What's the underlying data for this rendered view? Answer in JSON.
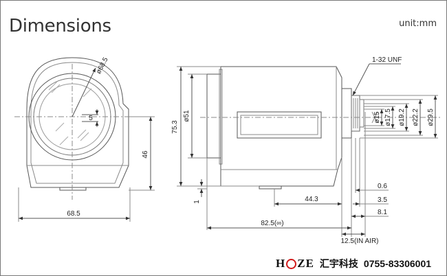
{
  "title": "Dimensions",
  "unit": "unit:mm",
  "front_view": {
    "diameter_label": "ø68.5",
    "width_label": "68.5",
    "height_label": "46",
    "offset_label": "5"
  },
  "side_view": {
    "thread_label": "1-32 UNF",
    "height_label": "75.3",
    "body_diameter_label": "ø51",
    "mount_diameters": [
      "ø15",
      "ø17.5",
      "ø19.2",
      "ø22.2",
      "ø29.5"
    ],
    "right_dims": [
      "0.6",
      "3.5",
      "8.1"
    ],
    "length_44": "44.3",
    "length_total": "82.5(∞)",
    "back_focus": "12.5(IN AIR)",
    "small_dim": "1"
  },
  "footer": {
    "brand_left": "H",
    "brand_right": "ZE",
    "company_cn": "汇宇科技",
    "phone": "0755-83306001"
  },
  "colors": {
    "line": "#555555",
    "text": "#222222",
    "logo_red": "#d11a1a"
  }
}
